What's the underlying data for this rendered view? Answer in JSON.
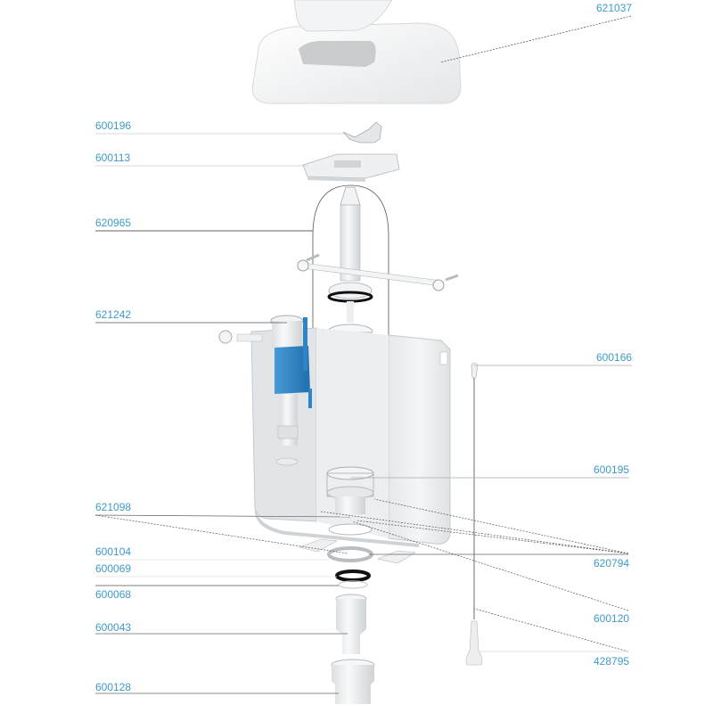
{
  "diagram": {
    "type": "exploded-parts-view",
    "subject": "concealed cistern with fill valve and flush valve",
    "accent_color": "#3d9bc7",
    "float_color": "#2f84c6",
    "labels": [
      {
        "id": "621037",
        "text": "621037",
        "side": "right",
        "part": "cover"
      },
      {
        "id": "600196",
        "text": "600196",
        "side": "left",
        "part": "bracket-clip"
      },
      {
        "id": "600113",
        "text": "600113",
        "side": "left",
        "part": "mounting-plate"
      },
      {
        "id": "620965",
        "text": "620965",
        "side": "left",
        "part": "flush-valve-assembly"
      },
      {
        "id": "621242",
        "text": "621242",
        "side": "left",
        "part": "fill-valve"
      },
      {
        "id": "600166",
        "text": "600166",
        "side": "right",
        "part": "pull-cord-hook"
      },
      {
        "id": "600195",
        "text": "600195",
        "side": "right",
        "part": "valve-cage"
      },
      {
        "id": "621098",
        "text": "621098",
        "side": "left",
        "part": "cistern-body"
      },
      {
        "id": "620794",
        "text": "620794",
        "side": "right",
        "part": "pads"
      },
      {
        "id": "600104",
        "text": "600104",
        "side": "left",
        "part": "lock-nut"
      },
      {
        "id": "600069",
        "text": "600069",
        "side": "left",
        "part": "seal-ring-black"
      },
      {
        "id": "600068",
        "text": "600068",
        "side": "left",
        "part": "washer"
      },
      {
        "id": "600120",
        "text": "600120",
        "side": "right",
        "part": "outlet-pipe"
      },
      {
        "id": "600043",
        "text": "600043",
        "side": "left",
        "part": "reducer-pipe"
      },
      {
        "id": "428795",
        "text": "428795",
        "side": "right",
        "part": "pull-cord-handle"
      },
      {
        "id": "600128",
        "text": "600128",
        "side": "left",
        "part": "pipe-connector"
      }
    ]
  }
}
